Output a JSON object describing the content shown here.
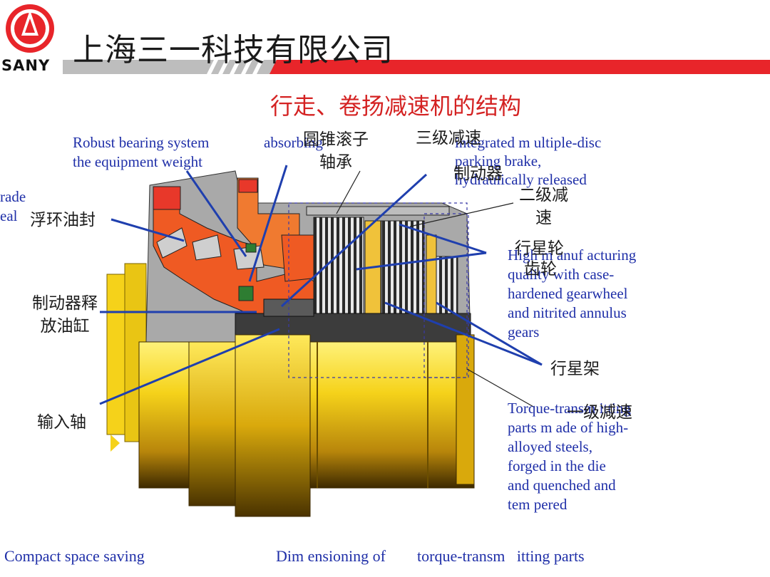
{
  "header": {
    "company_name": "上海三一科技有限公司",
    "logo_text": "SANY",
    "page_title": "行走、卷扬减速机的结构"
  },
  "labels_en": {
    "bearing_system": "Robust bearing system\nthe equipment weight",
    "absorbing": "absorbing",
    "brake": "integrated m ultiple-disc\nparking brake,\nhydraulically released",
    "manufacturing": "High m anuf acturing\nquality with case-\nhardened gearwheel\nand nitrited annulus\ngears",
    "torque": "Torque-transm itting\nparts m ade of high-\nalloyed steels,\nforged in the die\nand quenched and\ntem pered",
    "rade": "rade",
    "eal": "eal"
  },
  "labels_cn": {
    "taper_bearing": "圆锥滚子\n轴承",
    "third_stage": "三级减速",
    "brake": "制动器",
    "second_stage": "二级减\n速",
    "floating_seal": "浮环油封",
    "planet_gear": "行星轮",
    "sun_gear": "齿轮",
    "brake_cylinder": "制动器释\n放油缸",
    "planet_carrier": "行星架",
    "input_shaft": "输入轴",
    "first_stage": "一级减速"
  },
  "footer": {
    "left": "Compact space saving",
    "middle": "Dim ensioning of",
    "right": "torque-transm   itting parts"
  },
  "colors": {
    "sany_red": "#e8252a",
    "title_red": "#d42222",
    "label_blue": "#1f2fa8",
    "housing_orange": "#ef5a23",
    "yellow": "#f5d21a",
    "gray": "#9a9a9a"
  }
}
